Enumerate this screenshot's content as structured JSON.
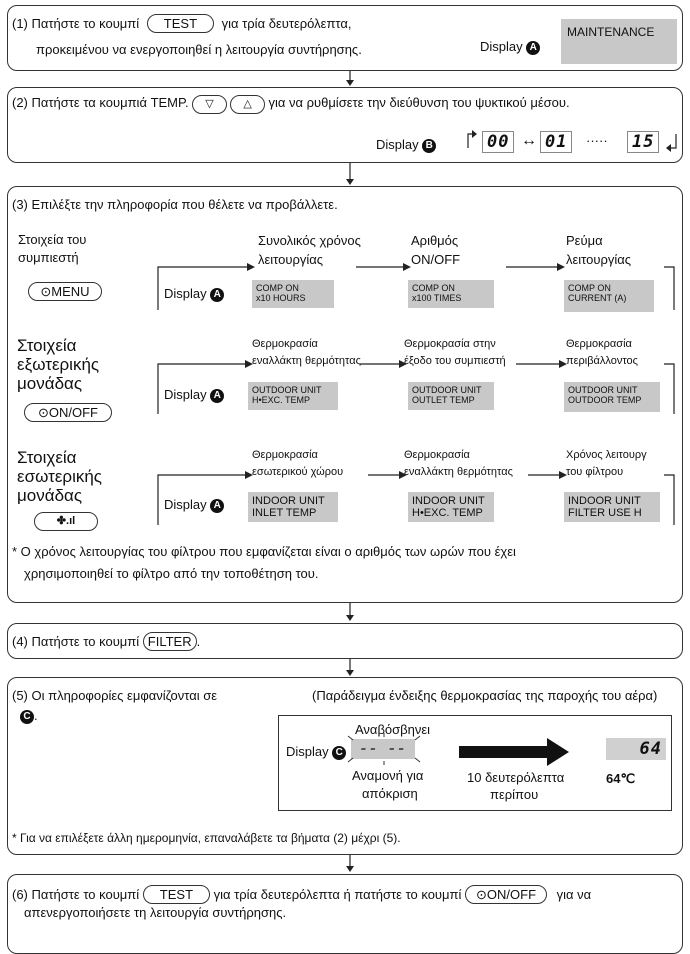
{
  "step1": {
    "text_a": "(1) Πατήστε το κουμπί",
    "btn": "TEST",
    "text_b": "για τρία δευτερόλεπτα,",
    "line2": "προκειμένου να ενεργοποιηθεί η λειτουργία συντήρησης.",
    "display": "Display",
    "badge": "A",
    "lcd": "MAINTENANCE"
  },
  "step2": {
    "text_a": "(2) Πατήστε τα κουμπιά TEMP.",
    "btn_down": "▽",
    "btn_up": "△",
    "text_b": "για να ρυθμίσετε την διεύθυνση του ψυκτικού μέσου.",
    "display": "Display",
    "badge": "B",
    "seg1": "00",
    "arrow": "↔",
    "seg2": "01",
    "dots": "·····",
    "seg3": "15"
  },
  "step3": {
    "title": "(3) Επιλέξτε την πληροφορία που θέλετε να προβάλλετε.",
    "display": "Display",
    "badge": "A",
    "groups": [
      {
        "label1": "Στοιχεία του",
        "label2": "συμπιεστή",
        "label3": "",
        "btn": "⊙MENU",
        "c1a": "Συνολικός χρόνος",
        "c1b": "λειτουργίας",
        "c2a": "Αριθμός",
        "c2b": "ON/OFF",
        "c3a": "Ρεύμα",
        "c3b": "λειτουργίας",
        "l1a": "COMP ON",
        "l1b": "x10 HOURS",
        "l2a": "COMP ON",
        "l2b": "x100 TIMES",
        "l3a": "COMP ON",
        "l3b": "CURRENT (A)"
      },
      {
        "label1": "Στοιχεία",
        "label2": "εξωτερικής",
        "label3": "μονάδας",
        "btn": "⊙ON/OFF",
        "c1a": "Θερμοκρασία",
        "c1b": "εναλλάκτη θερμότητας",
        "c2a": "Θερμοκρασία στην",
        "c2b": "έξοδο του συμπιεστή",
        "c3a": "Θερμοκρασία",
        "c3b": "περιβάλλοντος",
        "l1a": "OUTDOOR UNIT",
        "l1b": "H•EXC. TEMP",
        "l2a": "OUTDOOR UNIT",
        "l2b": "OUTLET TEMP",
        "l3a": "OUTDOOR UNIT",
        "l3b": "OUTDOOR TEMP"
      },
      {
        "label1": "Στοιχεία",
        "label2": "εσωτερικής",
        "label3": "μονάδας",
        "btn": "✤.ıl",
        "c1a": "Θερμοκρασία",
        "c1b": "εσωτερικού χώρου",
        "c2a": "Θερμοκρασία",
        "c2b": "εναλλάκτη θερμότητας",
        "c3a": "Χρόνος λειτουργ",
        "c3b": "του φίλτρου",
        "l1a": "INDOOR UNIT",
        "l1b": "INLET TEMP",
        "l2a": "INDOOR UNIT",
        "l2b": "H•EXC. TEMP",
        "l3a": "INDOOR UNIT",
        "l3b": "FILTER USE H"
      }
    ],
    "note1": "* Ο χρόνος λειτουργίας του φίλτρου που εμφανίζεται είναι ο αριθμός των ωρών που έχει",
    "note2": "χρησιμοποιηθεί το φίλτρο από την τοποθέτηση του."
  },
  "step4": {
    "text": "(4) Πατήστε το κουμπί",
    "btn": "FILTER",
    "end": "."
  },
  "step5": {
    "text": "(5) Οι πληροφορίες εμφανίζονται σε",
    "badge": "C",
    "dot": ".",
    "example": "(Παράδειγμα ένδειξης θερμοκρασίας της παροχής του αέρα)",
    "display": "Display",
    "blink": "Αναβόσβηνει",
    "wait1": "Αναμονή για",
    "wait2": "απόκριση",
    "dash": "-- --",
    "time1": "10 δευτερόλεπτα",
    "time2": "περίπου",
    "seg": "64",
    "temp": "64℃",
    "note": "* Για να επιλέξετε άλλη ημερομηνία, επαναλάβετε τα βήματα (2) μέχρι (5)."
  },
  "step6": {
    "text_a": "(6) Πατήστε το κουμπί",
    "btn1": "TEST",
    "text_b": "για τρία δευτερόλεπτα ή πατήστε το κουμπί",
    "btn2": "⊙ON/OFF",
    "text_c": "για να",
    "line2": "απενεργοποιήσετε τη λειτουργία συντήρησης."
  }
}
